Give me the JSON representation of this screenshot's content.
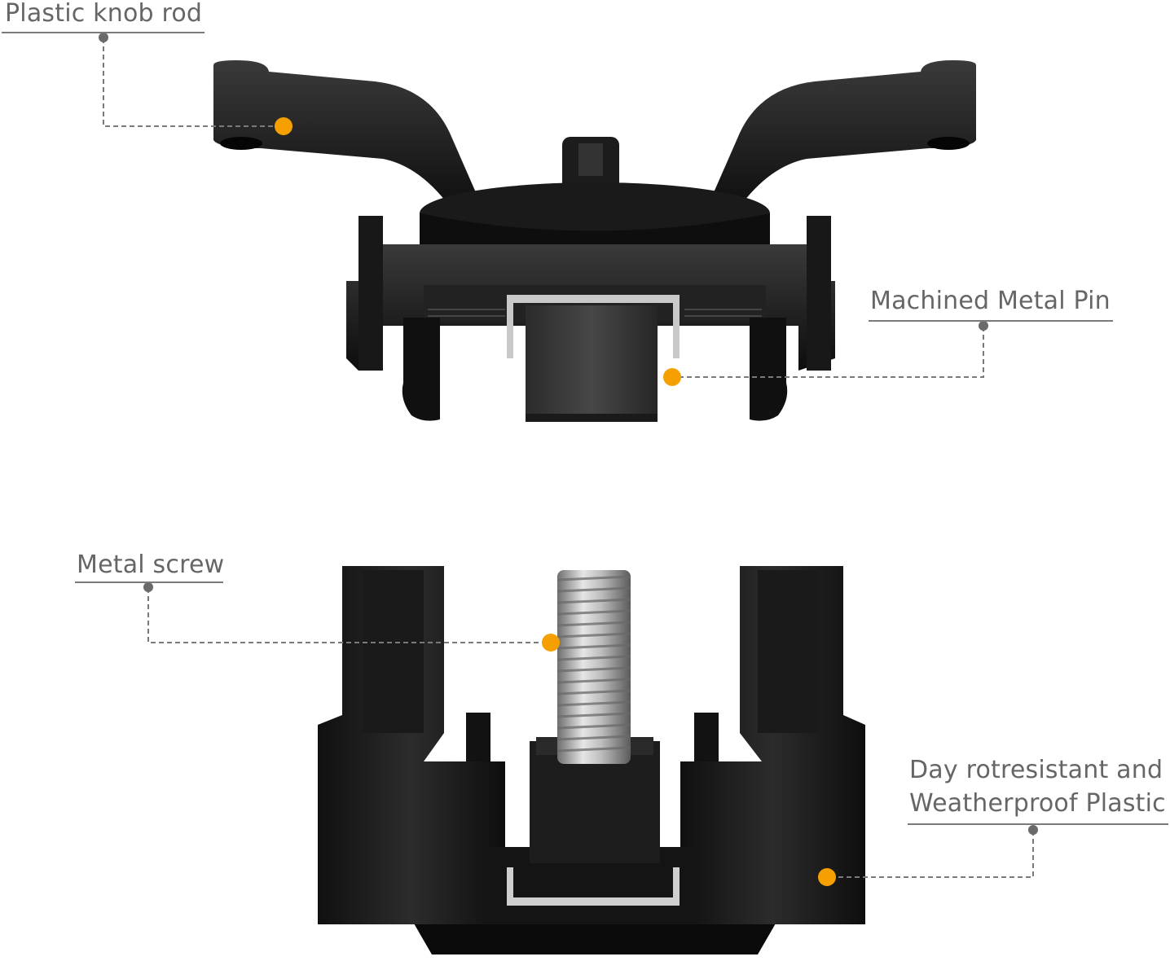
{
  "callouts": [
    {
      "id": "plastic-knob-rod",
      "lines": [
        "Plastic knob rod"
      ],
      "marker_color": "#F5A000"
    },
    {
      "id": "machined-metal-pin",
      "lines": [
        "Machined Metal Pin"
      ],
      "marker_color": "#F5A000"
    },
    {
      "id": "metal-screw",
      "lines": [
        "Metal screw"
      ],
      "marker_color": "#F5A000"
    },
    {
      "id": "plastic-body",
      "lines": [
        "Day rotresistant and",
        "Weatherproof Plastic"
      ],
      "marker_color": "#F5A000"
    }
  ],
  "colors": {
    "label_text": "#666666",
    "leader_line": "#7a7a7a",
    "part_dark": "#141414",
    "part_mid": "#2a2a2a",
    "screw_metal": "#b8b8b8",
    "marker": "#F5A000"
  }
}
